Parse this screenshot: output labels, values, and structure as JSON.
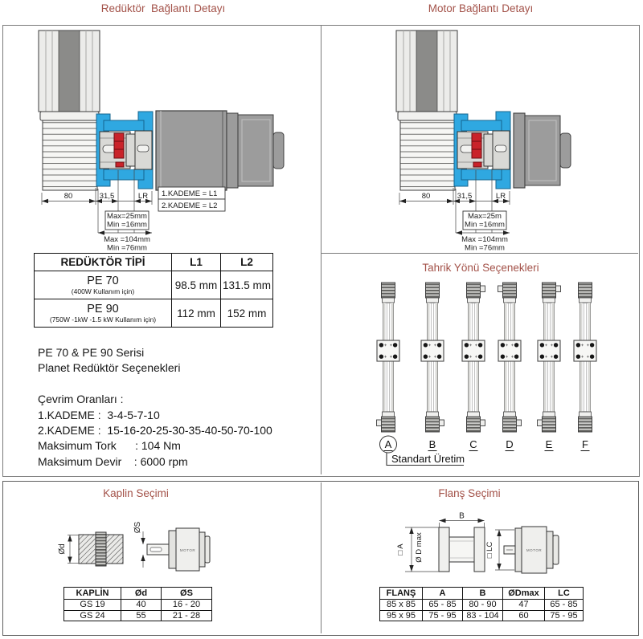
{
  "colors": {
    "accent": "#A35249",
    "flange_blue": "#2FA8E1",
    "coupling_red": "#C9232A",
    "motor_gray": "#9C9C9C"
  },
  "header": {
    "left_title": "Redüktör  Bağlantı Detayı",
    "right_title": "Motor Bağlantı Detayı"
  },
  "reduktor_drawing": {
    "dim_80": "80",
    "dim_315": "31,5",
    "dim_lr": "LR",
    "kademe1": "1.KADEME = L1",
    "kademe2": "2.KADEME = L2",
    "max25": "Max=25mm",
    "min16": "Min =16mm",
    "max104": "Max  =104mm",
    "min76": "Min =76mm"
  },
  "motor_drawing": {
    "dim_80": "80",
    "dim_315": "31,5",
    "dim_lr": "LR",
    "max25": "Max=25m",
    "min16": "Min =16mm",
    "max104": "Max  =104mm",
    "min76": "Min =76mm"
  },
  "reduktor_table": {
    "headers": [
      "REDÜKTÖR TİPİ",
      "L1",
      "L2"
    ],
    "rows": [
      {
        "tip": "PE 70",
        "note": "(400W Kullanım için)",
        "l1": "98.5 mm",
        "l2": "131.5 mm"
      },
      {
        "tip": "PE 90",
        "note": "(750W -1kW -1.5 kW Kullanım için)",
        "l1": "112 mm",
        "l2": "152 mm"
      }
    ]
  },
  "info": {
    "lines": [
      "PE 70 & PE 90 Serisi",
      "Planet Redüktör Seçenekleri",
      "",
      "Çevrim Oranları :",
      "1.KADEME :  3-4-5-7-10",
      "2.KADEME :  15-16-20-25-30-35-40-50-70-100",
      "Maksimum Tork      : 104 Nm",
      "Maksimum Devir    : 6000 rpm"
    ]
  },
  "tahrik": {
    "title": "Tahrik Yönü Seçenekleri",
    "note": "Standart Üretim",
    "options": [
      {
        "label": "A",
        "top_stub": "",
        "bottom_stub": "left",
        "circled": true
      },
      {
        "label": "B",
        "top_stub": "",
        "bottom_stub": "right",
        "circled": false
      },
      {
        "label": "C",
        "top_stub": "right",
        "bottom_stub": "right",
        "circled": false
      },
      {
        "label": "D",
        "top_stub": "left",
        "bottom_stub": "right",
        "circled": false
      },
      {
        "label": "E",
        "top_stub": "right",
        "bottom_stub": "left",
        "circled": false
      },
      {
        "label": "F",
        "top_stub": "",
        "bottom_stub": "",
        "circled": false
      }
    ]
  },
  "kaplin": {
    "title": "Kaplin Seçimi",
    "dim_od": "Ød",
    "dim_os": "ØS",
    "motor_label": "MOTOR",
    "table": {
      "headers": [
        "KAPLİN",
        "Ød",
        "ØS"
      ],
      "rows": [
        [
          "GS 19",
          "40",
          "16 - 20"
        ],
        [
          "GS 24",
          "55",
          "21 - 28"
        ]
      ]
    }
  },
  "flans": {
    "title": "Flanş Seçimi",
    "dim_b": "B",
    "dim_a": "□ A",
    "dim_dmax": "Ø D max",
    "dim_lc": "□ LC",
    "motor_label": "MOTOR",
    "table": {
      "headers": [
        "FLANŞ",
        "A",
        "B",
        "ØDmax",
        "LC"
      ],
      "rows": [
        [
          "85 x 85",
          "65 - 85",
          "80 - 90",
          "47",
          "65 - 85"
        ],
        [
          "95 x 95",
          "75 - 95",
          "83 - 104",
          "60",
          "75 - 95"
        ]
      ]
    }
  }
}
